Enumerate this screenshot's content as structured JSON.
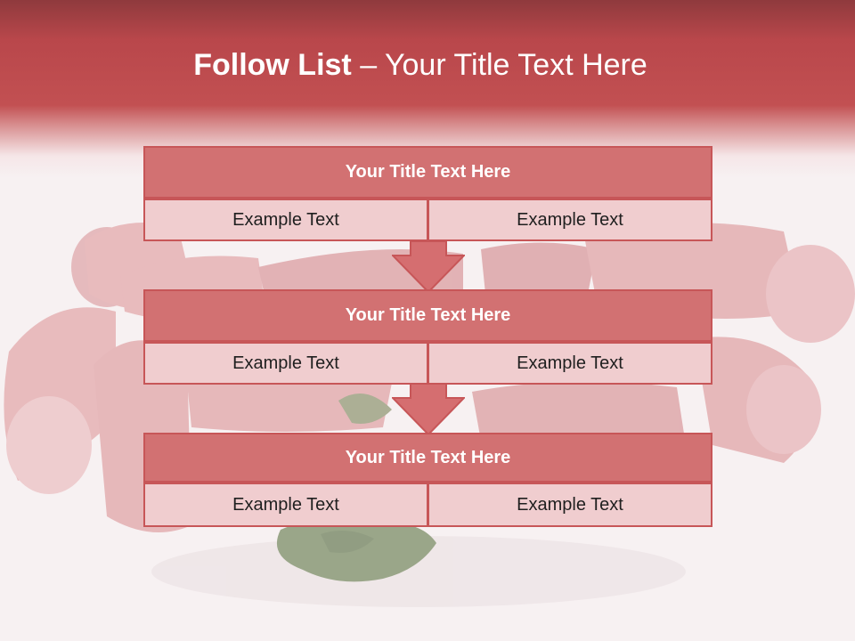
{
  "title": {
    "bold": "Follow List",
    "rest": " – Your Title Text Here"
  },
  "steps": [
    {
      "title": "Your Title Text Here",
      "left": "Example Text",
      "right": "Example Text"
    },
    {
      "title": "Your Title Text Here",
      "left": "Example Text",
      "right": "Example Text"
    },
    {
      "title": "Your Title Text Here",
      "left": "Example Text",
      "right": "Example Text"
    }
  ],
  "colors": {
    "header": "#c25052",
    "header_dark": "#8f3a3d",
    "title_bar": "#d27172",
    "cell": "#f0cdcf",
    "border": "#c75658",
    "arrow": "#d56e70"
  },
  "icons": {
    "step_arrow": "down-arrow-icon"
  }
}
